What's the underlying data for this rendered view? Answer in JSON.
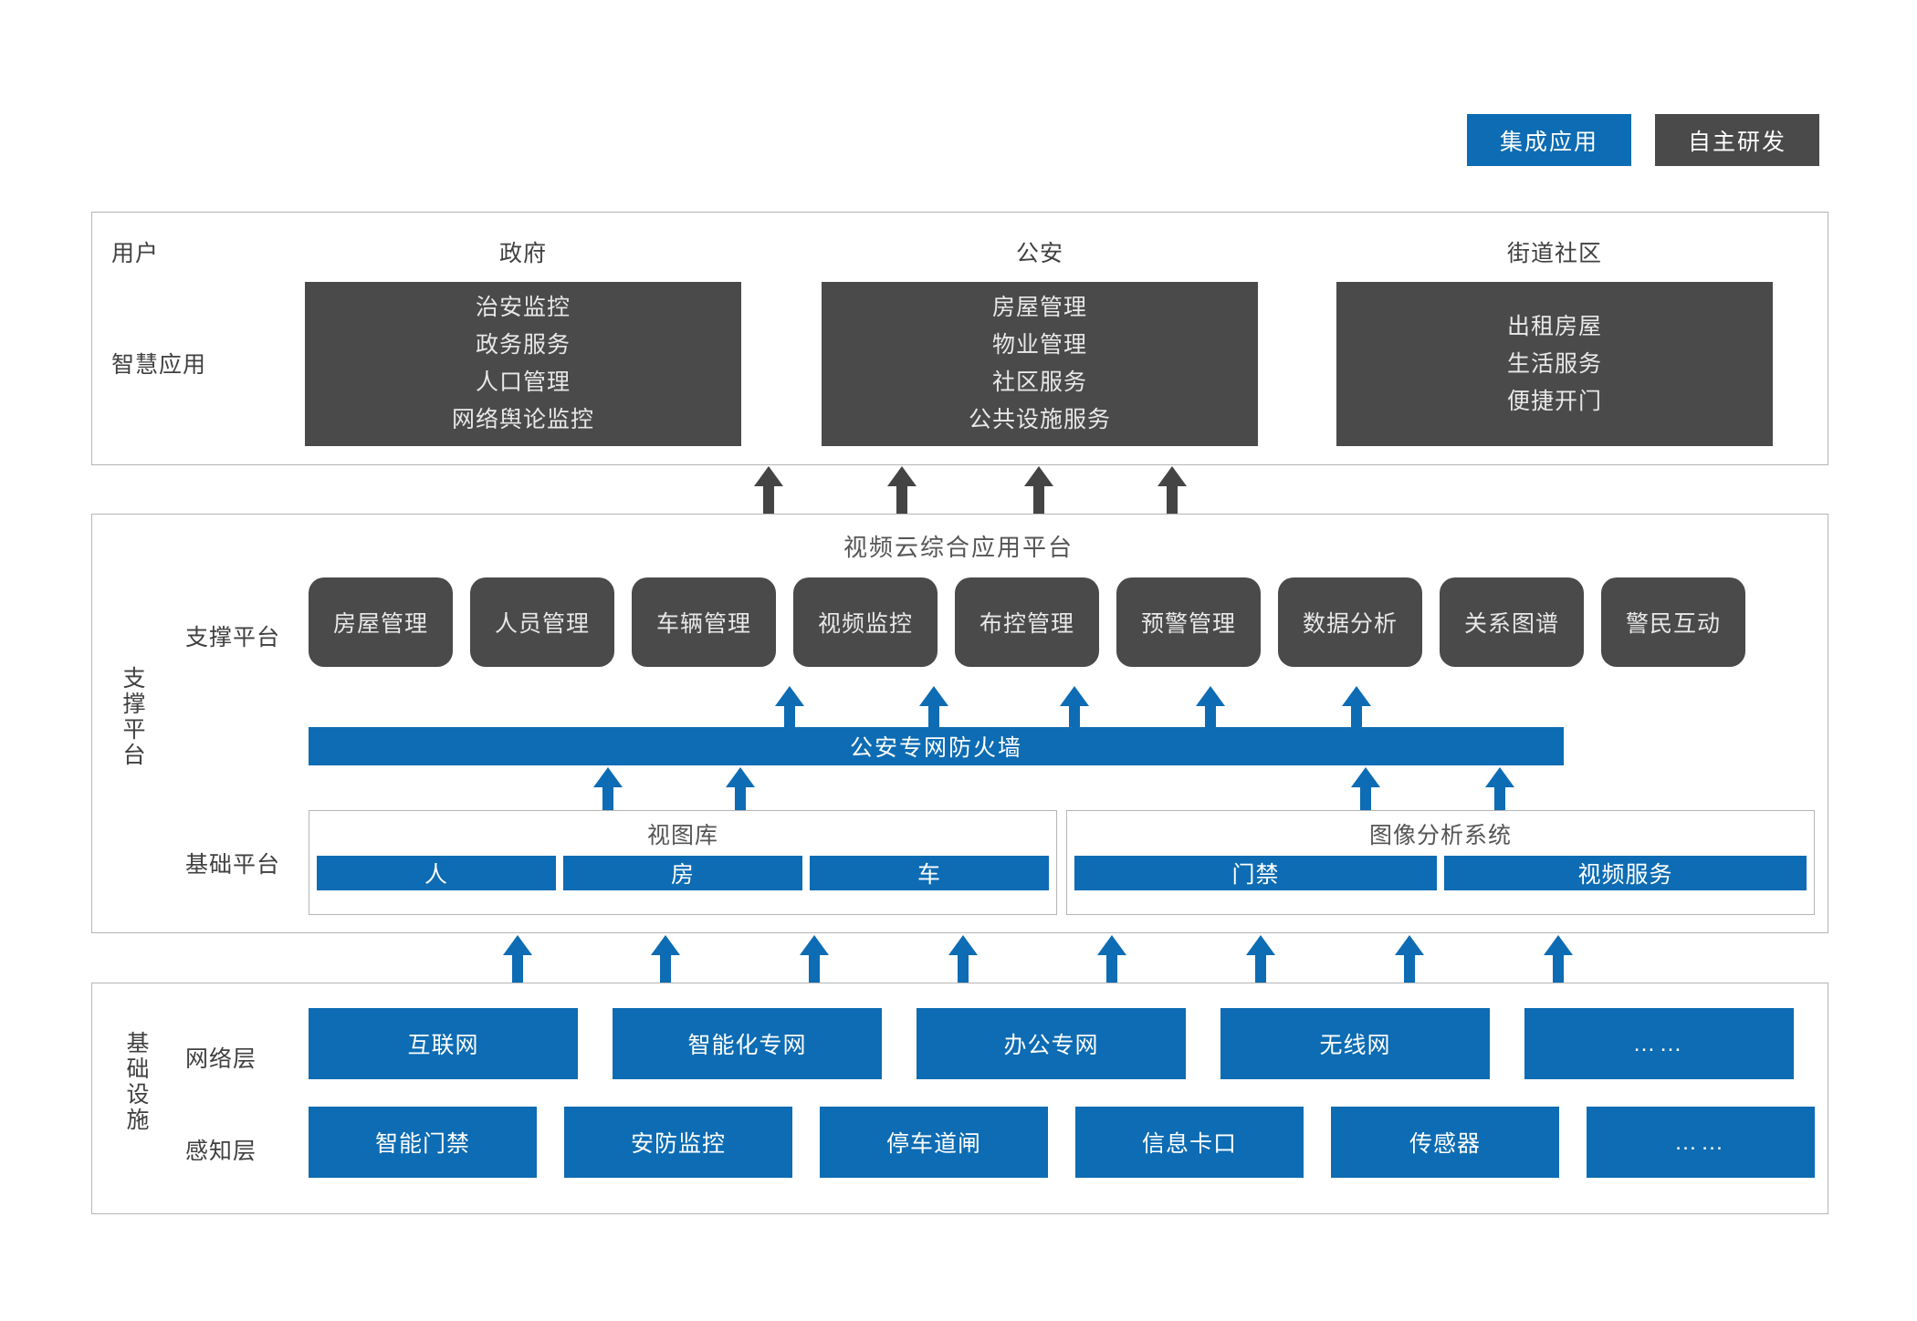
{
  "legend": {
    "items": [
      {
        "label": "集成应用",
        "color": "#0D6CB3"
      },
      {
        "label": "自主研发",
        "color": "#4A4A4A"
      }
    ]
  },
  "colors": {
    "blue": "#0D6CB3",
    "dark_gray": "#4A4A4A",
    "border": "#b5b5b5",
    "text": "#404040"
  },
  "apps_section": {
    "row_labels": {
      "user": "用户",
      "smart_app": "智慧应用"
    },
    "columns": [
      {
        "title": "政府",
        "items": [
          "治安监控",
          "政务服务",
          "人口管理",
          "网络舆论监控"
        ]
      },
      {
        "title": "公安",
        "items": [
          "房屋管理",
          "物业管理",
          "社区服务",
          "公共设施服务"
        ]
      },
      {
        "title": "街道社区",
        "items": [
          "出租房屋",
          "生活服务",
          "便捷开门"
        ]
      }
    ]
  },
  "support_section": {
    "side_label": "支撑平台",
    "platform_title": "视频云综合应用平台",
    "row_labels": {
      "support": "支撑平台",
      "base_platform": "基础平台"
    },
    "support_cards": [
      "房屋管理",
      "人员管理",
      "车辆管理",
      "视频监控",
      "布控管理",
      "预警管理",
      "数据分析",
      "关系图谱",
      "警民互动"
    ],
    "firewall": "公安专网防火墙",
    "base_groups": [
      {
        "title": "视图库",
        "items": [
          "人",
          "房",
          "车"
        ]
      },
      {
        "title": "图像分析系统",
        "items": [
          "门禁",
          "视频服务"
        ]
      }
    ]
  },
  "infra_section": {
    "side_label": "基础设施",
    "row_labels": {
      "network": "网络层",
      "sensing": "感知层"
    },
    "network_layer": [
      "互联网",
      "智能化专网",
      "办公专网",
      "无线网",
      "……"
    ],
    "sensing_layer": [
      "智能门禁",
      "安防监控",
      "停车道闸",
      "信息卡口",
      "传感器",
      "……"
    ]
  },
  "arrows": {
    "apps_to_support": {
      "count": 4,
      "color": "#444444",
      "direction": "up"
    },
    "firewall_to_support": {
      "count": 5,
      "color": "#0D6CB3",
      "direction": "up"
    },
    "base_to_firewall": {
      "count": 4,
      "color": "#0D6CB3",
      "direction": "up"
    },
    "infra_to_base": {
      "count": 8,
      "color": "#0D6CB3",
      "direction": "up"
    }
  }
}
